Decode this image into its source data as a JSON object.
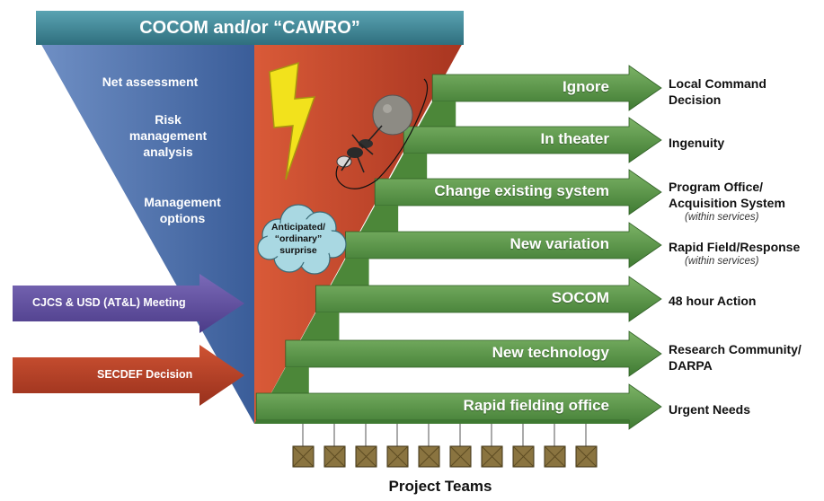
{
  "header": {
    "title": "COCOM and/or “CAWRO”"
  },
  "blue_panel": {
    "items": [
      "Net assessment",
      "Risk\nmanagement\nanalysis",
      "Management\noptions"
    ]
  },
  "cloud": {
    "label": "Anticipated/\n“ordinary”\nsurprise"
  },
  "side_arrows": [
    {
      "label": "CJCS & USD (AT&L) Meeting",
      "color": "#5b4a9a"
    },
    {
      "label": "SECDEF Decision",
      "color": "#b23a22"
    }
  ],
  "routes": [
    {
      "label": "Ignore",
      "outcome": "Local Command\nDecision",
      "note": ""
    },
    {
      "label": "In theater",
      "outcome": "Ingenuity",
      "note": ""
    },
    {
      "label": "Change existing system",
      "outcome": "Program Office/\nAcquisition System",
      "note": "(within services)"
    },
    {
      "label": "New variation",
      "outcome": "Rapid Field/Response",
      "note": "(within services)"
    },
    {
      "label": "SOCOM",
      "outcome": "48 hour Action",
      "note": ""
    },
    {
      "label": "New technology",
      "outcome": "Research Community/\nDARPA",
      "note": ""
    },
    {
      "label": "Rapid fielding office",
      "outcome": "Urgent Needs",
      "note": ""
    }
  ],
  "footer": {
    "caption": "Project Teams",
    "team_count": 10
  },
  "colors": {
    "header": "#3f8a9a",
    "blue_panel": "#4a6fae",
    "red_panel": "#c2462a",
    "green": "#4f8a3c",
    "green_light": "#73a85c",
    "team_box": "#8a7440"
  }
}
